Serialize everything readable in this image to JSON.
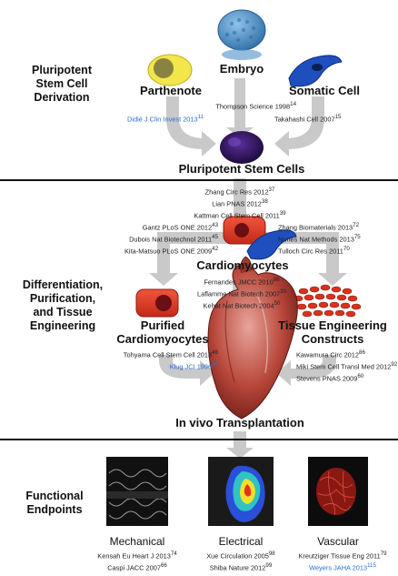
{
  "sections": {
    "derivation": [
      "Pluripotent",
      "Stem Cell",
      "Derivation"
    ],
    "differentiation": [
      "Differentiation,",
      "Purification,",
      "and Tissue",
      "Engineering"
    ],
    "endpoints": [
      "Functional",
      "Endpoints"
    ]
  },
  "nodes": {
    "embryo": "Embryo",
    "parthenote": "Parthenote",
    "somatic": "Somatic Cell",
    "psc": "Pluripotent Stem Cells",
    "cardiomyocytes": "Cardiomyocytes",
    "purified": [
      "Purified",
      "Cardiomyocytes"
    ],
    "constructs": [
      "Tissue Engineering",
      "Constructs"
    ],
    "transplant": "In vivo Transplantation"
  },
  "citations": {
    "thompson": [
      "Thompson Science 1998",
      "14"
    ],
    "didie": [
      "Didié J Clin Invest 2013",
      "11"
    ],
    "takahashi": [
      "Takahashi Cell 2007",
      "15"
    ],
    "cm_center": [
      [
        "Zhang Circ Res 2012",
        "37"
      ],
      [
        "Lian PNAS 2012",
        "38"
      ],
      [
        "Kattman Cell Stem Cell 2011",
        "39"
      ]
    ],
    "cm_left": [
      [
        "Gantz PLoS ONE 2012",
        "43"
      ],
      [
        "Dubois Nat Biotechnol 2011",
        "45"
      ],
      [
        "Kita-Matsuo PLoS ONE 2009",
        "42"
      ]
    ],
    "cm_right": [
      [
        "Zhang Biomaterials 2013",
        "72"
      ],
      [
        "Nunes Nat Methods 2013",
        "75"
      ],
      [
        "Tulloch Circ Res 2011",
        "70"
      ]
    ],
    "heart_center": [
      [
        "Fernandes JMCC 2010",
        "86"
      ],
      [
        "Laflamme Nat Biotech 2007",
        "30"
      ],
      [
        "Kehat Nat Biotech 2004",
        "50"
      ]
    ],
    "purified": [
      [
        "Tohyama Cell Stem Cell 2013",
        "48"
      ],
      [
        "Klug JCI 1996",
        "82"
      ]
    ],
    "constructs": [
      [
        "Kawamura Circ 2012",
        "86"
      ],
      [
        "Miki Stem Cell Transl Med 2012",
        "92"
      ],
      [
        "Stevens PNAS 2009",
        "60"
      ]
    ],
    "mechanical": [
      [
        "Kensah Eu Heart J 2013",
        "74"
      ],
      [
        "Caspi JACC 2007",
        "66"
      ]
    ],
    "electrical": [
      [
        "Xue Circulation 2005",
        "98"
      ],
      [
        "Shiba Nature 2012",
        "99"
      ]
    ],
    "vascular": [
      [
        "Kreutziger Tissue Eng 2011",
        "79"
      ],
      [
        "Weyers JAHA 2013",
        "115"
      ]
    ]
  },
  "endpoints": {
    "mechanical": "Mechanical",
    "electrical": "Electrical",
    "vascular": "Vascular"
  },
  "colors": {
    "arrow": "#c9c9c9",
    "blue_citation": "#2a6fd0",
    "embryo_blue": "#4b8fc9",
    "psc_purple": "#3b1a66",
    "cell_red": "#e0402a",
    "nucleus": "#6a0f14",
    "somatic_blue": "#1f4fbf",
    "parthenote_yellow": "#f3e64a"
  }
}
